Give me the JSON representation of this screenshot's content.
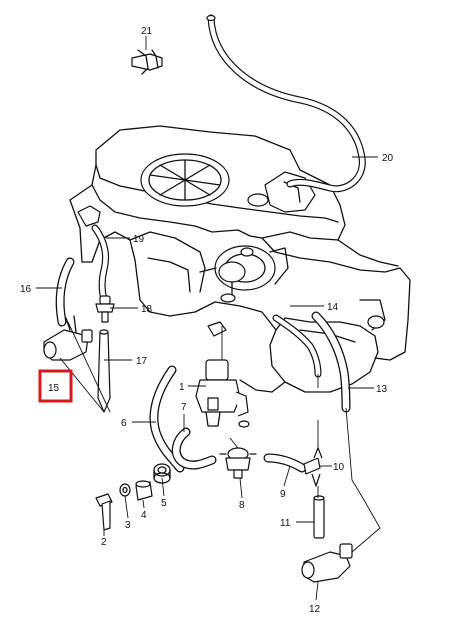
{
  "callouts": [
    {
      "id": "c1",
      "text": "1"
    },
    {
      "id": "c2",
      "text": "2"
    },
    {
      "id": "c3",
      "text": "3"
    },
    {
      "id": "c4",
      "text": "4"
    },
    {
      "id": "c5",
      "text": "5"
    },
    {
      "id": "c6",
      "text": "6"
    },
    {
      "id": "c7",
      "text": "7"
    },
    {
      "id": "c8",
      "text": "8"
    },
    {
      "id": "c9",
      "text": "9"
    },
    {
      "id": "c10",
      "text": "10"
    },
    {
      "id": "c11",
      "text": "11"
    },
    {
      "id": "c12",
      "text": "12"
    },
    {
      "id": "c13",
      "text": "13"
    },
    {
      "id": "c14",
      "text": "14"
    },
    {
      "id": "c15",
      "text": "15"
    },
    {
      "id": "c16",
      "text": "16"
    },
    {
      "id": "c17",
      "text": "17"
    },
    {
      "id": "c18",
      "text": "18"
    },
    {
      "id": "c19",
      "text": "19"
    },
    {
      "id": "c20",
      "text": "20"
    },
    {
      "id": "c21",
      "text": "21"
    }
  ],
  "highlight": {
    "callout": "15",
    "color": "#d7191f"
  }
}
